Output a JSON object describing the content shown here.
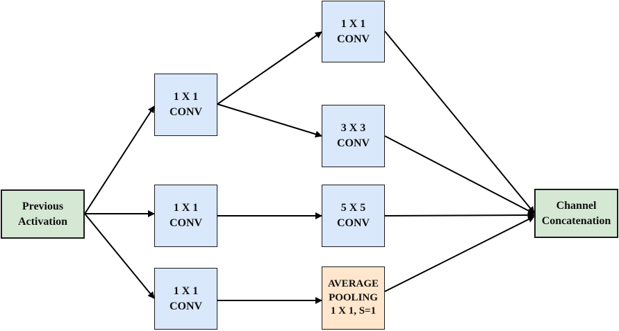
{
  "nodes": {
    "previous_activation": "Previous\nActivation",
    "conv_top": "1 X 1\nCONV",
    "conv_mid": "1 X 1\nCONV",
    "conv_bot": "1 X 1\nCONV",
    "branch_1x1": "1 X 1\nCONV",
    "branch_3x3": "3 X 3\nCONV",
    "branch_5x5": "5 X 5\nCONV",
    "average_pooling": "AVERAGE\nPOOLING\n1 X 1, S=1",
    "channel_concatenation": "Channel\nConcatenation"
  },
  "colors": {
    "conv_fill": "#dae8fc",
    "io_fill": "#d5e8d4",
    "pool_fill": "#ffe6cc",
    "stroke": "#000000"
  }
}
